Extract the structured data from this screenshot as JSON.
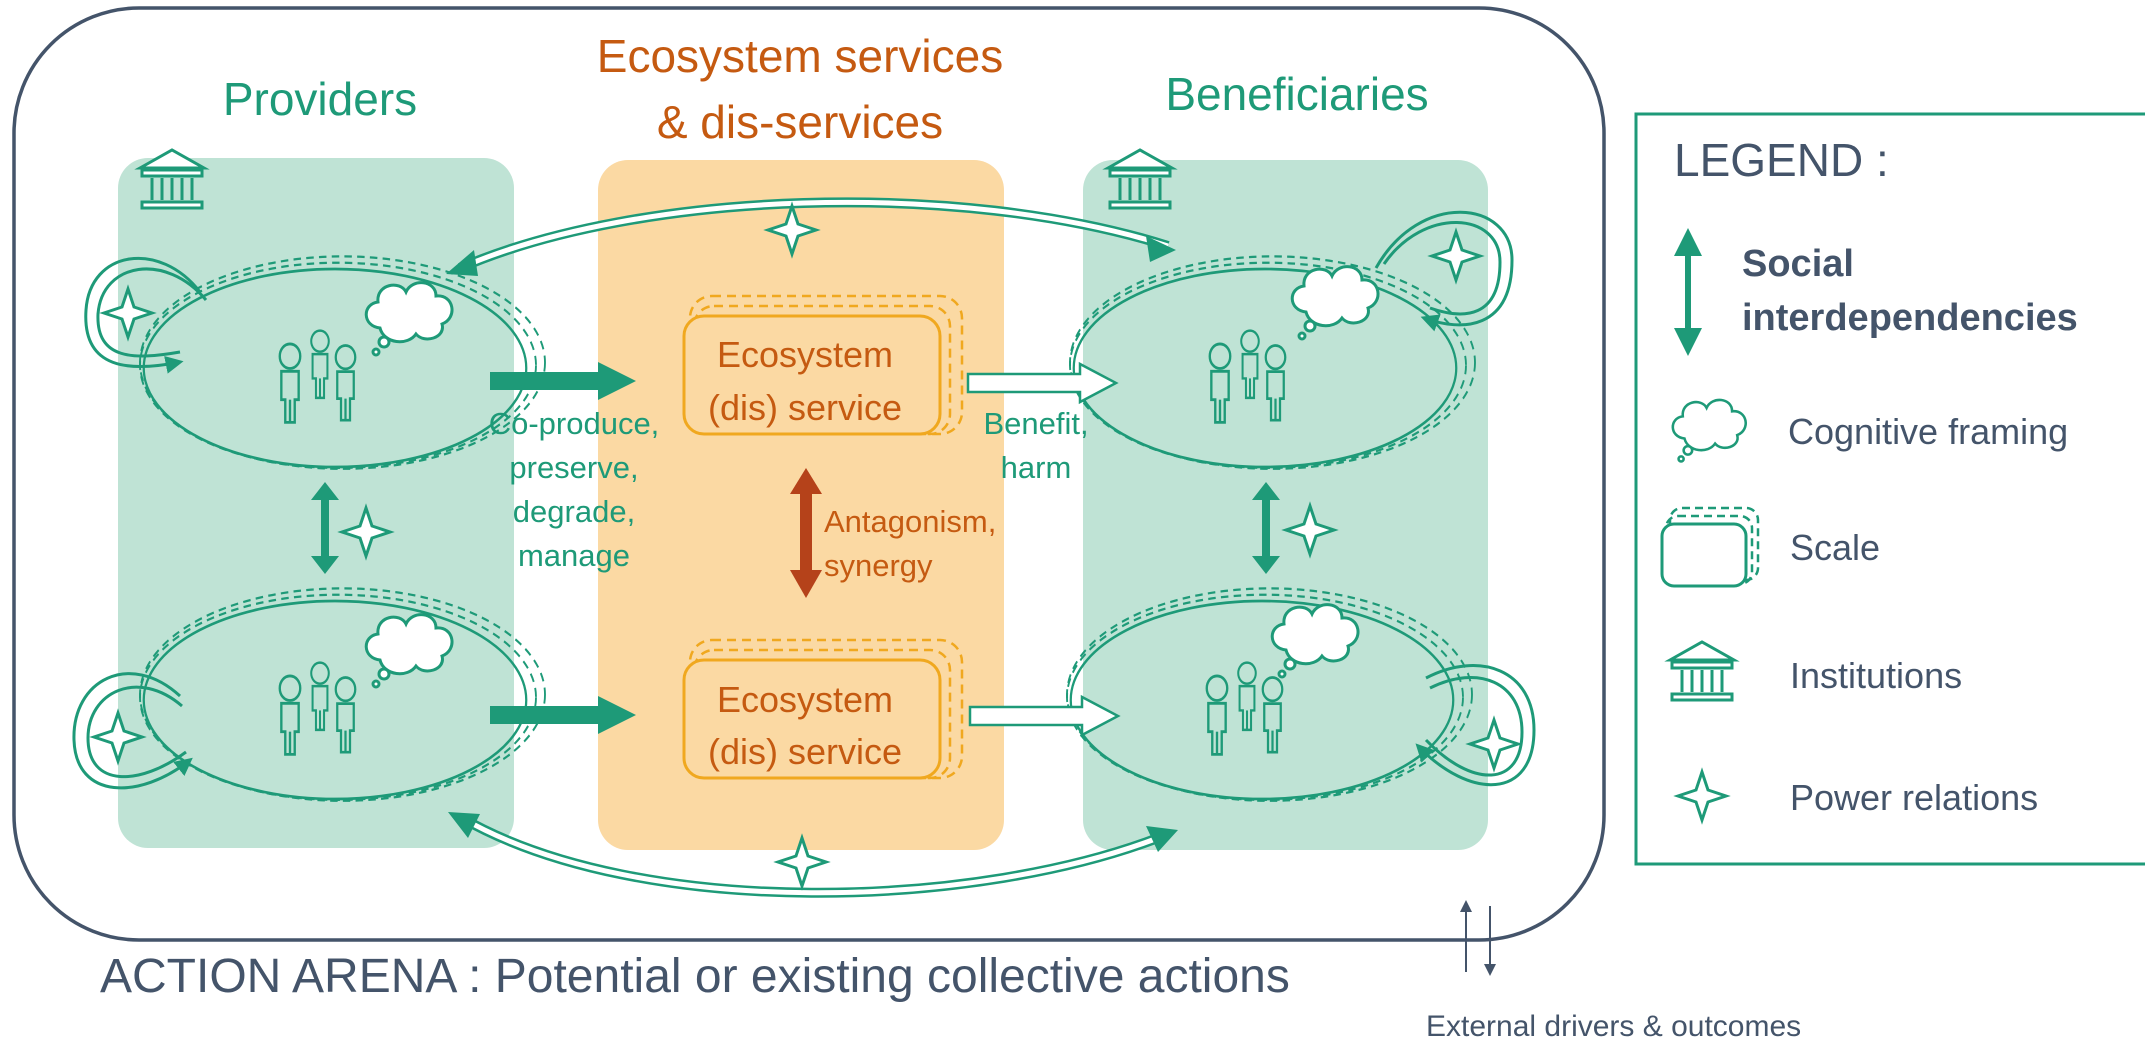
{
  "colors": {
    "green": "#1e9a78",
    "green_fill": "#bfe3d5",
    "orange_text": "#c55a11",
    "orange_fill": "#fbd9a3",
    "orange_stroke": "#f0a81f",
    "arrow_brown": "#b5421a",
    "slate": "#44546a"
  },
  "columns": {
    "providers": "Providers",
    "services_line1": "Ecosystem services",
    "services_line2": "& dis-services",
    "beneficiaries": "Beneficiaries"
  },
  "service_box": {
    "line1": "Ecosystem",
    "line2": "(dis) service"
  },
  "flow_labels": {
    "coproduce": [
      "Co-produce,",
      "preserve,",
      "degrade,",
      "manage"
    ],
    "benefit": [
      "Benefit,",
      "harm"
    ],
    "antagonism": [
      "Antagonism,",
      "synergy"
    ]
  },
  "arena": {
    "title": "ACTION ARENA : Potential or existing collective actions",
    "external": "External drivers & outcomes"
  },
  "legend": {
    "title": "LEGEND :",
    "items": [
      {
        "icon": "double-arrow-icon",
        "label_line1": "Social",
        "label_line2": "interdependencies",
        "bold": true
      },
      {
        "icon": "thought-cloud-icon",
        "label_line1": "Cognitive framing",
        "bold": false
      },
      {
        "icon": "scale-layers-icon",
        "label_line1": "Scale",
        "bold": false
      },
      {
        "icon": "institution-building-icon",
        "label_line1": "Institutions",
        "bold": false
      },
      {
        "icon": "power-star-icon",
        "label_line1": "Power relations",
        "bold": false
      }
    ]
  }
}
